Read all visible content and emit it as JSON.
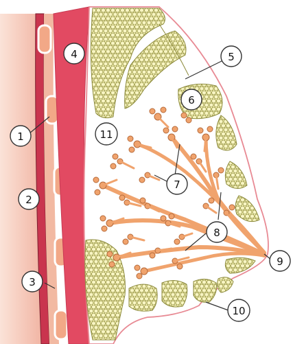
{
  "colors": {
    "skin_band": "#f6c9b9",
    "skin_outline": "#e88a94",
    "muscle": "#e24a62",
    "fascia": "#f2b9a2",
    "rib_fill": "#f2a887",
    "fat": "#f6f2b0",
    "fat_outline": "#8c8a3c",
    "gland": "#f0a36d",
    "gland_outline": "#b66a3a",
    "background": "#ffffff"
  },
  "labels": [
    {
      "id": "1",
      "text": "1"
    },
    {
      "id": "2",
      "text": "2"
    },
    {
      "id": "3",
      "text": "3"
    },
    {
      "id": "4",
      "text": "4"
    },
    {
      "id": "5",
      "text": "5"
    },
    {
      "id": "6",
      "text": "6"
    },
    {
      "id": "7",
      "text": "7"
    },
    {
      "id": "8",
      "text": "8"
    },
    {
      "id": "9",
      "text": "9"
    },
    {
      "id": "10",
      "text": "10"
    },
    {
      "id": "11",
      "text": "11"
    }
  ]
}
